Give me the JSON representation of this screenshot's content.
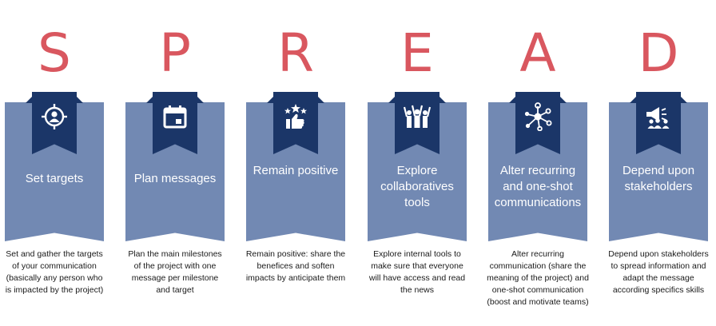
{
  "steps": [
    {
      "letter": "S",
      "title": "Set targets",
      "description": "Set and gather the targets of your communication (basically any person who is impacted by the project)",
      "icon": "target-person-icon"
    },
    {
      "letter": "P",
      "title": "Plan messages",
      "description": "Plan the main milestones of the project with one message per milestone and target",
      "icon": "calendar-icon"
    },
    {
      "letter": "R",
      "title": "Remain positive",
      "description": "Remain positive: share the benefices and soften impacts by anticipate them",
      "icon": "thumbs-up-stars-icon"
    },
    {
      "letter": "E",
      "title": "Explore collaboratives tools",
      "description": "Explore internal tools to make sure that everyone will have access and read the news",
      "icon": "team-cheer-icon"
    },
    {
      "letter": "A",
      "title": "Alter recurring and one-shot communications",
      "description": "Alter recurring communication (share the meaning of the project) and one-shot communication (boost and motivate teams)",
      "icon": "network-hub-icon"
    },
    {
      "letter": "D",
      "title": "Depend upon stakeholders",
      "description": "Depend upon stakeholders to spread information and adapt the message according specifics skills",
      "icon": "megaphone-people-icon"
    }
  ],
  "colors": {
    "letter": "#d9575f",
    "banner": "#7289b3",
    "ribbon": "#1b3668"
  }
}
